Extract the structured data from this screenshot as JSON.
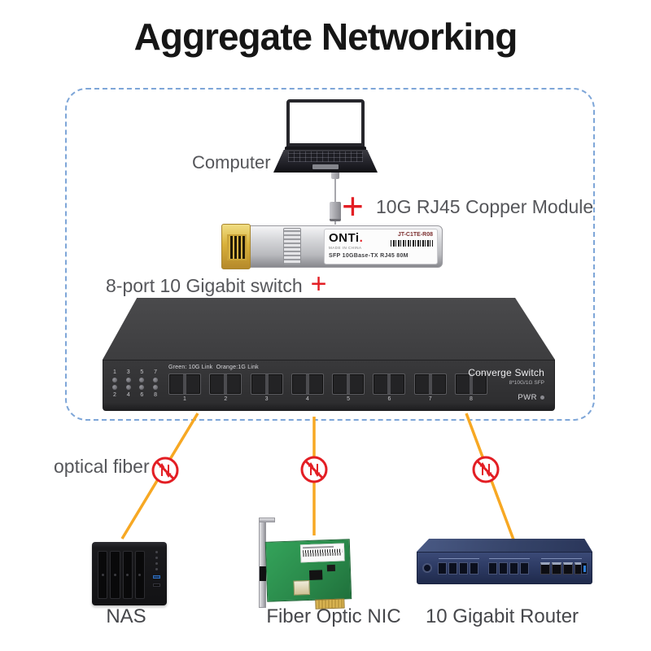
{
  "title": "Aggregate Networking",
  "annotations": {
    "computer": "Computer",
    "copper_module": {
      "plus": "+",
      "label": "10G RJ45 Copper Module"
    },
    "switch_caption": {
      "label": "8-port 10 Gigabit switch",
      "plus": "+"
    },
    "optical_fiber": "optical fiber"
  },
  "sfp_module": {
    "brand": "ONTi",
    "made_in": "MADE IN CHINA",
    "part_number": "JT-C1TE-R08",
    "spec": "SFP  10GBase-TX  RJ45  80M"
  },
  "switch": {
    "led_numbers_top": [
      "1",
      "3",
      "5",
      "7"
    ],
    "led_numbers_bottom": [
      "2",
      "4",
      "6",
      "8"
    ],
    "legend": "Green: 10G Link  Orange:1G Link",
    "ports": [
      "1",
      "2",
      "3",
      "4",
      "5",
      "6",
      "7",
      "8"
    ],
    "brand": "Converge Switch",
    "spec": "8*10G/1G SFP",
    "power_label": "PWR"
  },
  "devices": {
    "nas": "NAS",
    "nic": "Fiber Optic NIC",
    "router": "10 Gigabit Router"
  },
  "colors": {
    "accent_red": "#e31e24",
    "fiber_line_orange": "#f7a823",
    "dashed_border_blue": "#7ea6d8",
    "label_gray": "#55565a"
  }
}
